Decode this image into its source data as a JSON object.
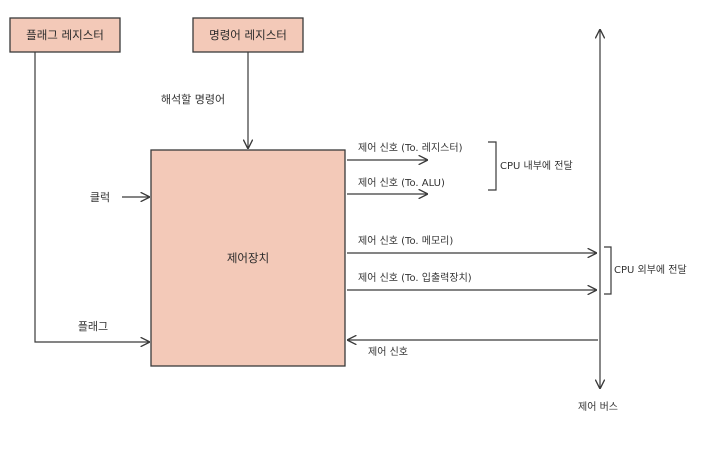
{
  "boxes": {
    "flag_register": "플래그 레지스터",
    "instruction_register": "명령어 레지스터",
    "control_unit": "제어장치"
  },
  "inputs": {
    "instruction_to_decode": "해석할 명령어",
    "clock": "클럭",
    "flag": "플래그",
    "control_signal_in": "제어 신호"
  },
  "outputs": {
    "to_register": "제어 신호 (To. 레지스터)",
    "to_alu": "제어 신호 (To. ALU)",
    "to_memory": "제어 신호 (To. 메모리)",
    "to_io": "제어 신호 (To. 입출력장치)"
  },
  "groups": {
    "cpu_internal": "CPU 내부에 전달",
    "cpu_external": "CPU 외부에 전달"
  },
  "bus": {
    "label": "제어 버스"
  },
  "colors": {
    "box_fill": "#f3c9b8",
    "stroke": "#3a3a3a"
  }
}
